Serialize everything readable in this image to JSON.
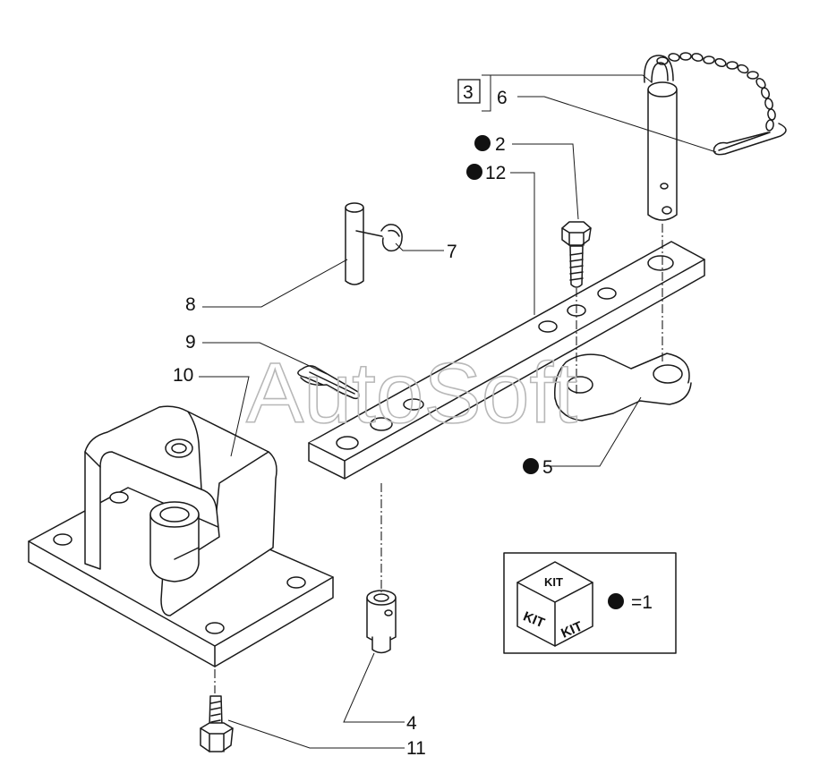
{
  "watermark": "AutoSoft",
  "callouts": {
    "c3": "3",
    "c6": "6",
    "c2": "2",
    "c12": "12",
    "c7": "7",
    "c8": "8",
    "c9": "9",
    "c10": "10",
    "c5": "5",
    "c4": "4",
    "c11": "11"
  },
  "legend": {
    "kit_top": "KIT",
    "kit_left": "KIT",
    "kit_right": "KIT",
    "equals": "=1"
  }
}
